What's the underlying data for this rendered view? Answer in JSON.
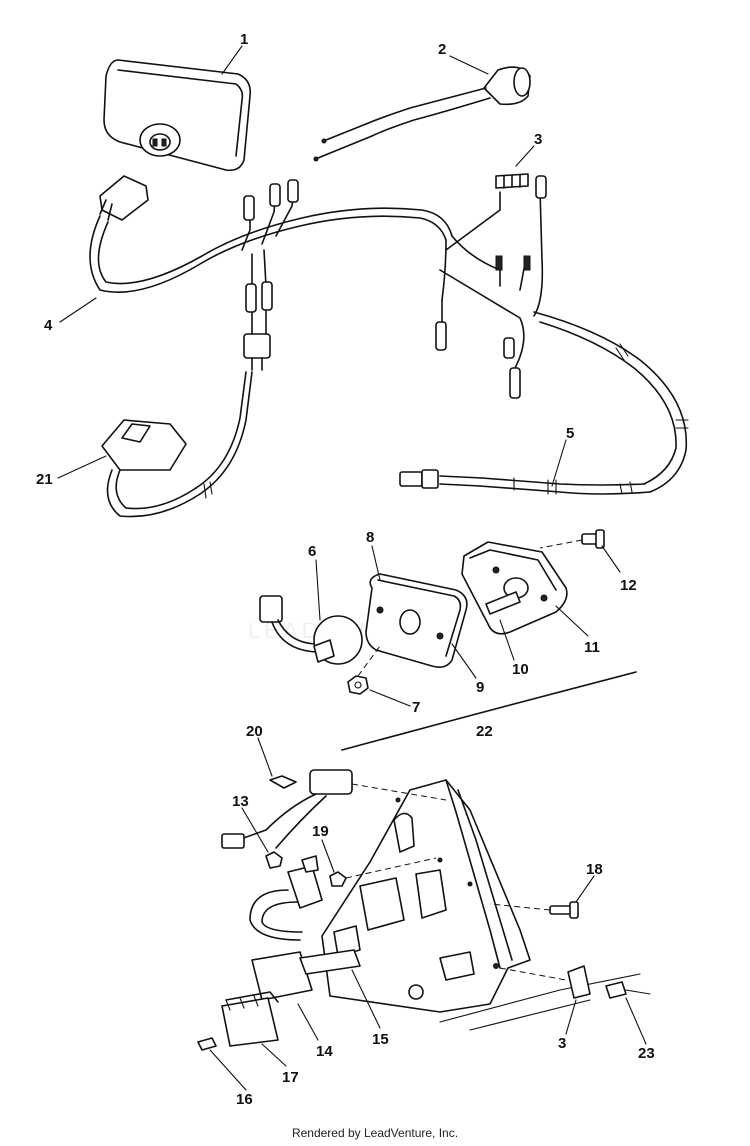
{
  "diagram": {
    "labels": [
      "1",
      "2",
      "3",
      "4",
      "5",
      "6",
      "7",
      "8",
      "9",
      "10",
      "11",
      "12",
      "13",
      "14",
      "15",
      "16",
      "17",
      "18",
      "19",
      "20",
      "21",
      "22",
      "3",
      "23"
    ],
    "watermark_text": "LEADVENTURE"
  },
  "footer": {
    "text": "Rendered by LeadVenture, Inc."
  }
}
